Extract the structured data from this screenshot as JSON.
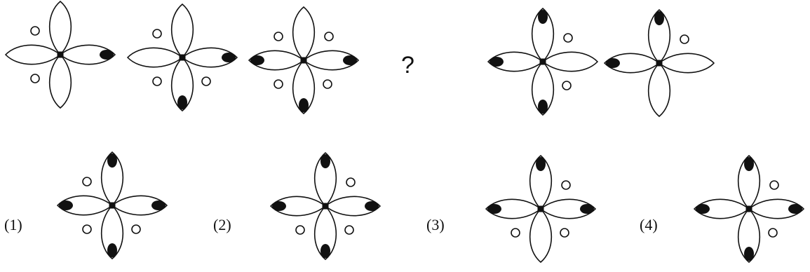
{
  "question_mark": "?",
  "sequence": [
    {
      "filled": [
        "right"
      ],
      "circles": [
        "nw",
        "sw"
      ]
    },
    {
      "filled": [
        "right",
        "down"
      ],
      "circles": [
        "nw",
        "sw",
        "se"
      ]
    },
    {
      "filled": [
        "left",
        "right",
        "down"
      ],
      "circles": [
        "nw",
        "ne",
        "sw",
        "se"
      ]
    },
    {
      "filled": [
        "up",
        "left",
        "down"
      ],
      "circles": [
        "ne",
        "se"
      ]
    },
    {
      "filled": [
        "up",
        "left"
      ],
      "circles": [
        "ne"
      ]
    }
  ],
  "options": [
    {
      "label": "(1)",
      "filled": [
        "up",
        "left",
        "right",
        "down"
      ],
      "circles": [
        "nw",
        "sw",
        "se"
      ]
    },
    {
      "label": "(2)",
      "filled": [
        "up",
        "left",
        "right",
        "down"
      ],
      "circles": [
        "ne",
        "sw",
        "se"
      ]
    },
    {
      "label": "(3)",
      "filled": [
        "up",
        "left",
        "right"
      ],
      "circles": [
        "ne",
        "sw",
        "se"
      ]
    },
    {
      "label": "(4)",
      "filled": [
        "up",
        "left",
        "right",
        "down"
      ],
      "circles": [
        "ne",
        "se"
      ]
    }
  ]
}
